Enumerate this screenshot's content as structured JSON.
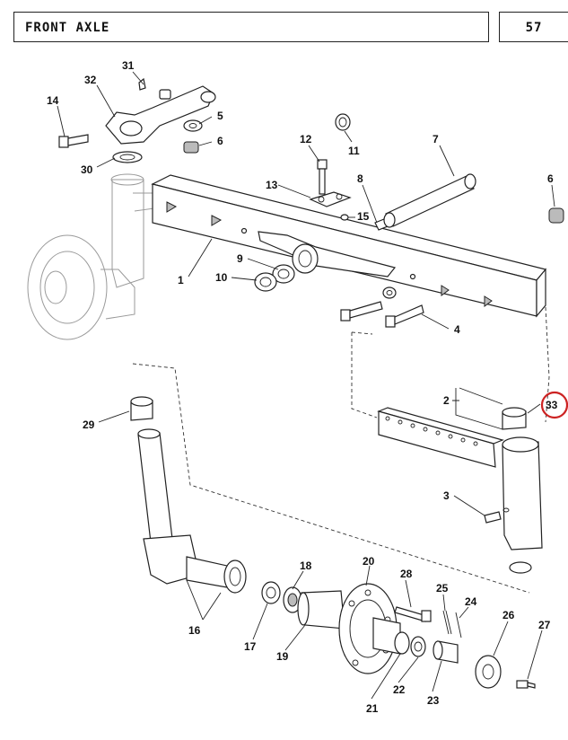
{
  "header": {
    "title": "FRONT AXLE",
    "page_number": "57"
  },
  "callouts": [
    {
      "id": "c31",
      "number": "31"
    },
    {
      "id": "c32",
      "number": "32"
    },
    {
      "id": "c14",
      "number": "14"
    },
    {
      "id": "c5",
      "number": "5"
    },
    {
      "id": "c6a",
      "number": "6"
    },
    {
      "id": "c30",
      "number": "30"
    },
    {
      "id": "c12",
      "number": "12"
    },
    {
      "id": "c11",
      "number": "11"
    },
    {
      "id": "c7",
      "number": "7"
    },
    {
      "id": "c13",
      "number": "13"
    },
    {
      "id": "c8",
      "number": "8"
    },
    {
      "id": "c15",
      "number": "15"
    },
    {
      "id": "c6b",
      "number": "6"
    },
    {
      "id": "c9",
      "number": "9"
    },
    {
      "id": "c10",
      "number": "10"
    },
    {
      "id": "c1",
      "number": "1"
    },
    {
      "id": "c4",
      "number": "4"
    },
    {
      "id": "c2",
      "number": "2"
    },
    {
      "id": "c33",
      "number": "33",
      "highlighted": true
    },
    {
      "id": "c29",
      "number": "29"
    },
    {
      "id": "c3",
      "number": "3"
    },
    {
      "id": "c18",
      "number": "18"
    },
    {
      "id": "c20",
      "number": "20"
    },
    {
      "id": "c28",
      "number": "28"
    },
    {
      "id": "c25",
      "number": "25"
    },
    {
      "id": "c24",
      "number": "24"
    },
    {
      "id": "c26",
      "number": "26"
    },
    {
      "id": "c27",
      "number": "27"
    },
    {
      "id": "c16",
      "number": "16"
    },
    {
      "id": "c17",
      "number": "17"
    },
    {
      "id": "c19",
      "number": "19"
    },
    {
      "id": "c21",
      "number": "21"
    },
    {
      "id": "c22",
      "number": "22"
    },
    {
      "id": "c23",
      "number": "23"
    }
  ],
  "colors": {
    "line": "#222222",
    "highlight": "#cc2222",
    "ghost": "#9a9a9a"
  }
}
